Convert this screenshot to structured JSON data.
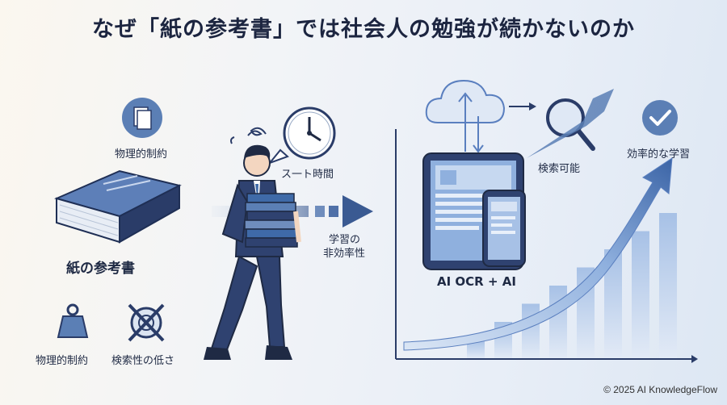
{
  "title": "なぜ「紙の参考書」では社会人の勉強が続かないのか",
  "left": {
    "top_icon_label": "物理的制約",
    "book_label": "紙の参考書",
    "weight_label": "物理的制約",
    "search_label": "検索性の低さ"
  },
  "middle": {
    "clock_label": "ス一ト時間",
    "inefficiency_line1": "学習の",
    "inefficiency_line2": "非効率性"
  },
  "right": {
    "device_label": "AI OCR + AI",
    "search_label": "検索可能",
    "goal_label": "効率的な学習"
  },
  "chart_data": {
    "type": "bar",
    "values": [
      1,
      2,
      3,
      4,
      5,
      6,
      7,
      8
    ]
  },
  "copyright": "© 2025 AI KnowledgeFlow",
  "colors": {
    "navy": "#2a3c68",
    "blue": "#3f6aa8",
    "light_blue": "#9fbde6"
  }
}
